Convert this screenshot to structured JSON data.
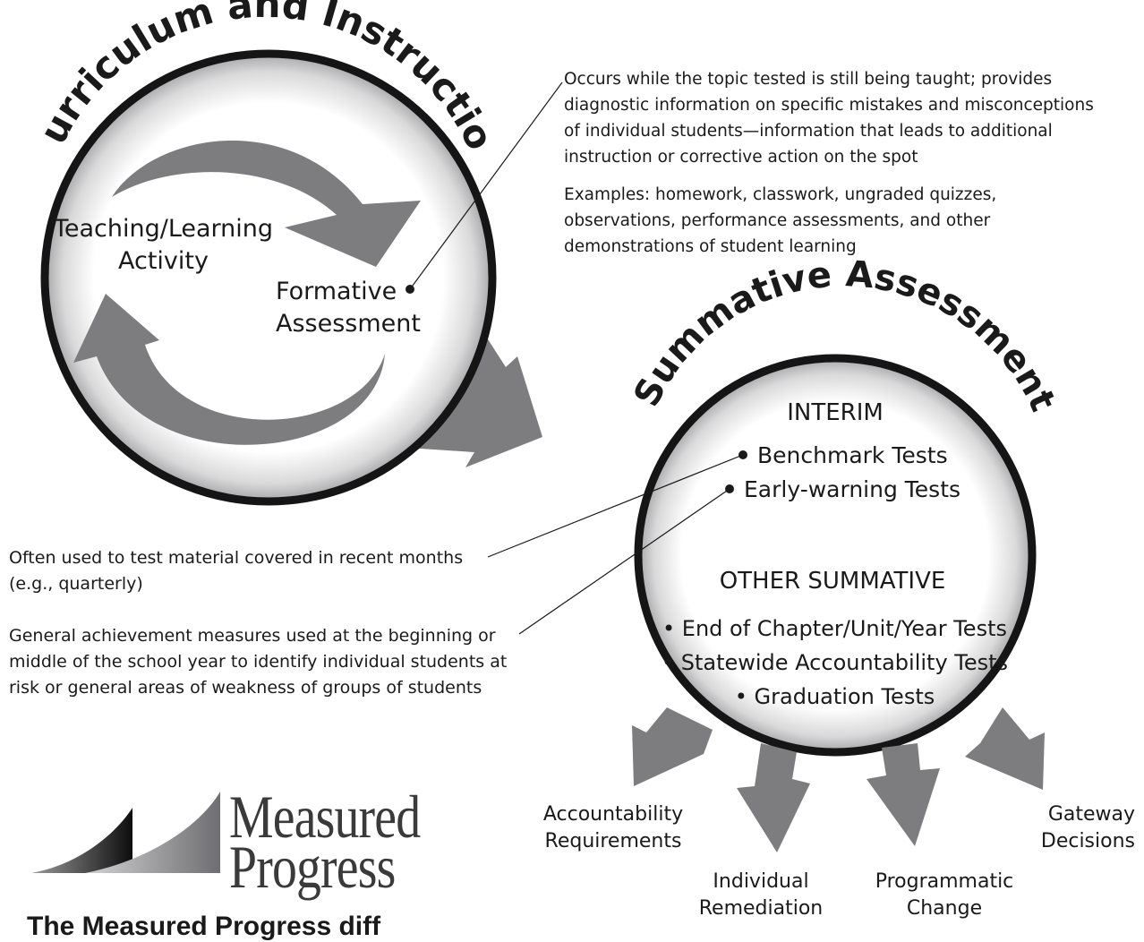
{
  "curriculum": {
    "title": "Curriculum and Instruction",
    "teaching_line1": "Teaching/Learning",
    "teaching_line2": "Activity",
    "formative_line1": "Formative",
    "formative_line2": "Assessment"
  },
  "formative_note": {
    "line1": "Occurs while the topic tested is still being taught; provides",
    "line2": "diagnostic information on specific mistakes and misconceptions",
    "line3": "of  individual students—information that leads to additional",
    "line4": "instruction or corrective action on the spot",
    "examples_line1": "Examples: homework, classwork, ungraded quizzes,",
    "examples_line2": "observations, performance assessments, and other",
    "examples_line3": "demonstrations of student learning"
  },
  "summative": {
    "title": "Summative Assessment",
    "interim_heading": "INTERIM",
    "interim_items": [
      "Benchmark Tests",
      "Early-warning Tests"
    ],
    "other_heading": "OTHER SUMMATIVE",
    "other_items": [
      "End of Chapter/Unit/Year Tests",
      "Statewide Accountability Tests",
      "Graduation Tests"
    ]
  },
  "benchmark_note": {
    "line1": "Often used to test material covered in recent months",
    "line2": "(e.g., quarterly)"
  },
  "earlywarning_note": {
    "line1": "General achievement measures used at the beginning or",
    "line2": "middle of the school year to identify individual students at",
    "line3": "risk or general areas of weakness of groups of students"
  },
  "outcomes": {
    "accountability_line1": "Accountability",
    "accountability_line2": "Requirements",
    "remediation_line1": "Individual",
    "remediation_line2": "Remediation",
    "programmatic_line1": "Programmatic",
    "programmatic_line2": "Change",
    "gateway_line1": "Gateway",
    "gateway_line2": "Decisions"
  },
  "logo": {
    "line1": "Measured",
    "line2": "Progress"
  },
  "tagline": "The Measured Progress diff",
  "colors": {
    "arrow": "#7d7d80",
    "circle_stroke": "#151515",
    "text": "#1a1a1a"
  }
}
